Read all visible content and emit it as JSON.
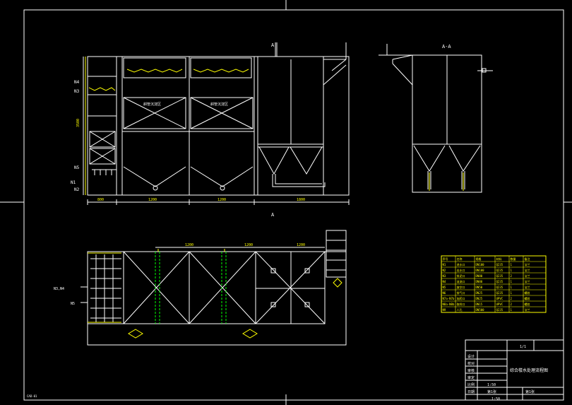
{
  "drawing": {
    "title": "综合楼水处理流程图",
    "scale": "1:50",
    "page_label": "第1张",
    "sheet_index": "1/1",
    "corner_label": "CAD-01"
  },
  "views": {
    "elevation": {
      "section_marks": [
        "A",
        "A"
      ],
      "left_labels": [
        "N4",
        "N3",
        "N5",
        "N1",
        "N2"
      ],
      "height_dim": "3500",
      "bottom_dims": [
        "800",
        "1200",
        "1200",
        "1800"
      ],
      "zone_labels": [
        "斜管沉淀区",
        "斜管沉淀区"
      ]
    },
    "section": {
      "title": "A-A"
    },
    "plan": {
      "top_dims": [
        "1200",
        "1200",
        "1200"
      ],
      "left_labels": [
        "N3,N4",
        "N5"
      ]
    }
  },
  "nozzle_table": {
    "headers": [
      "序号",
      "名称",
      "规格",
      "材料",
      "数量",
      "备注"
    ],
    "rows": [
      [
        "N1",
        "进水口",
        "DN100",
        "Q235",
        "1",
        "法兰"
      ],
      [
        "N2",
        "出水口",
        "DN100",
        "Q235",
        "1",
        "法兰"
      ],
      [
        "N3",
        "排泥口",
        "DN80",
        "Q235",
        "2",
        "法兰"
      ],
      [
        "N4",
        "溢流口",
        "DN80",
        "Q235",
        "1",
        "法兰"
      ],
      [
        "N5",
        "放空口",
        "DN50",
        "Q235",
        "1",
        "法兰"
      ],
      [
        "N6",
        "排气口",
        "DN25",
        "Q235",
        "1",
        "螺纹"
      ],
      [
        "N7a-N7b",
        "加药口",
        "DN25",
        "UPVC",
        "2",
        "螺纹"
      ],
      [
        "N8a-N8b",
        "取样口",
        "DN15",
        "UPVC",
        "2",
        "螺纹"
      ],
      [
        "N9",
        "人孔",
        "DN500",
        "Q235",
        "1",
        "法兰"
      ]
    ]
  },
  "title_block": {
    "rows": [
      [
        "设计",
        ""
      ],
      [
        "校对",
        ""
      ],
      [
        "审核",
        ""
      ],
      [
        "审定",
        ""
      ],
      [
        "比例",
        "1:50"
      ],
      [
        "日期",
        "第1张"
      ]
    ]
  }
}
